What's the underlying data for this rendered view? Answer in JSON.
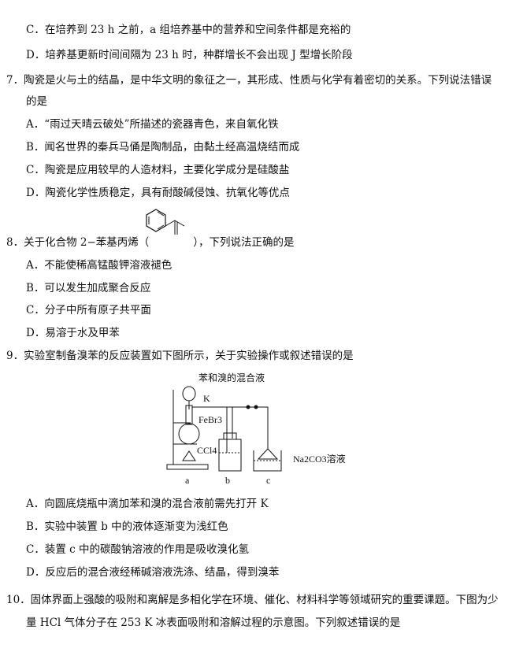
{
  "q6_options": {
    "C": "C．在培养到 23 h 之前，a 组培养基中的营养和空间条件都是充裕的",
    "D": "D．培养基更新时间间隔为 23 h 时，种群增长不会出现 J 型增长阶段"
  },
  "q7": {
    "stem": "7．陶瓷是火与土的结晶，是中华文明的象征之一，其形成、性质与化学有着密切的关系。下列说法错误",
    "stem_cont": "的是",
    "A": "A．“雨过天晴云破处”所描述的瓷器青色，来自氧化铁",
    "B": "B．闻名世界的秦兵马俑是陶制品，由黏土经高温烧结而成",
    "C": "C．陶瓷是应用较早的人造材料，主要化学成分是硅酸盐",
    "D": "D．陶瓷化学性质稳定，具有耐酸碱侵蚀、抗氧化等优点"
  },
  "q8": {
    "stem_a": "8．关于化合物 2−苯基丙烯（",
    "stem_b": "），下列说法正确的是",
    "A": "A．不能使稀高锰酸钾溶液褪色",
    "B": "B．可以发生加成聚合反应",
    "C": "C．分子中所有原子共平面",
    "D": "D．易溶于水及甲苯"
  },
  "q9": {
    "stem": "9．实验室制备溴苯的反应装置如下图所示，关于实验操作或叙述错误的是",
    "figure": {
      "funnel_label": "苯和溴的混合液",
      "valve": "K",
      "catalyst": "FeBr3",
      "ccl4": "CCl4",
      "na2co3": "Na2CO3溶液",
      "a": "a",
      "b": "b",
      "c": "c"
    },
    "A": "A．向圆底烧瓶中滴加苯和溴的混合液前需先打开 K",
    "B": "B．实验中装置 b 中的液体逐渐变为浅红色",
    "C": "C．装置 c 中的碳酸钠溶液的作用是吸收溴化氢",
    "D": "D．反应后的混合液经稀碱溶液洗涤、结晶，得到溴苯"
  },
  "q10": {
    "stem": "10．固体界面上强酸的吸附和离解是多相化学在环境、催化、材料科学等领域研究的重要课题。下图为少",
    "stem_cont": "量 HCl 气体分子在 253 K 冰表面吸附和溶解过程的示意图。下列叙述错误的是"
  }
}
